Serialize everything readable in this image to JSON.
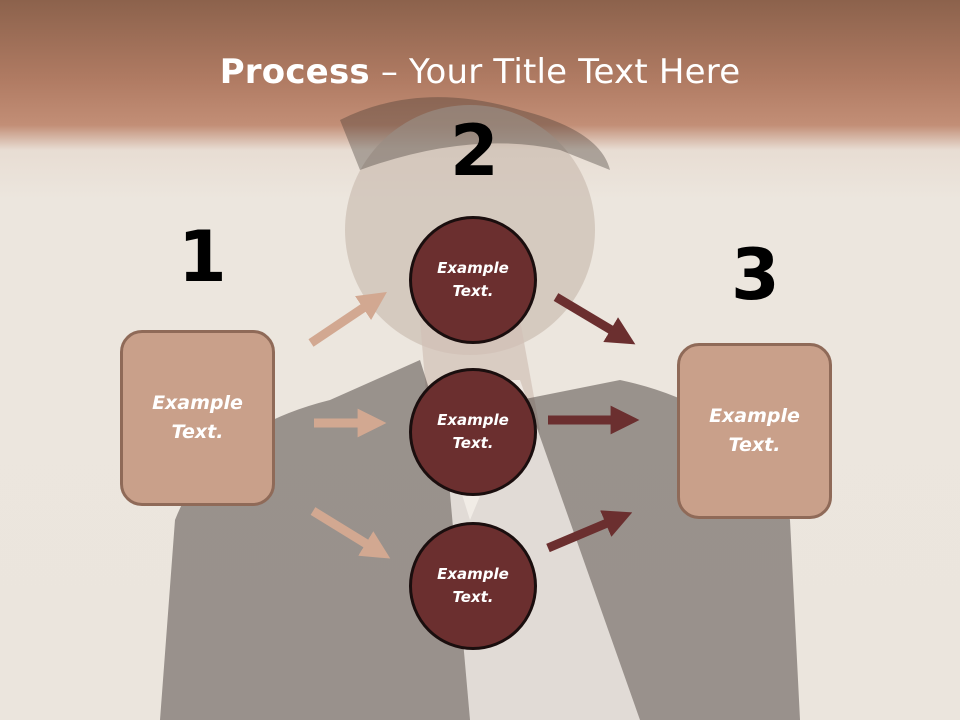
{
  "title": {
    "bold": "Process",
    "rest": " – Your Title Text Here"
  },
  "steps": {
    "one": "1",
    "two": "2",
    "three": "3"
  },
  "left_box": {
    "line1": "Example",
    "line2": "Text."
  },
  "right_box": {
    "line1": "Example",
    "line2": "Text."
  },
  "circles": [
    {
      "line1": "Example",
      "line2": "Text."
    },
    {
      "line1": "Example",
      "line2": "Text."
    },
    {
      "line1": "Example",
      "line2": "Text."
    }
  ],
  "colors": {
    "light_arrow": "#d2a891",
    "dark_arrow": "#6b2f2f",
    "box_fill": "#c9a08a",
    "circle_fill": "#6b2f2f"
  }
}
